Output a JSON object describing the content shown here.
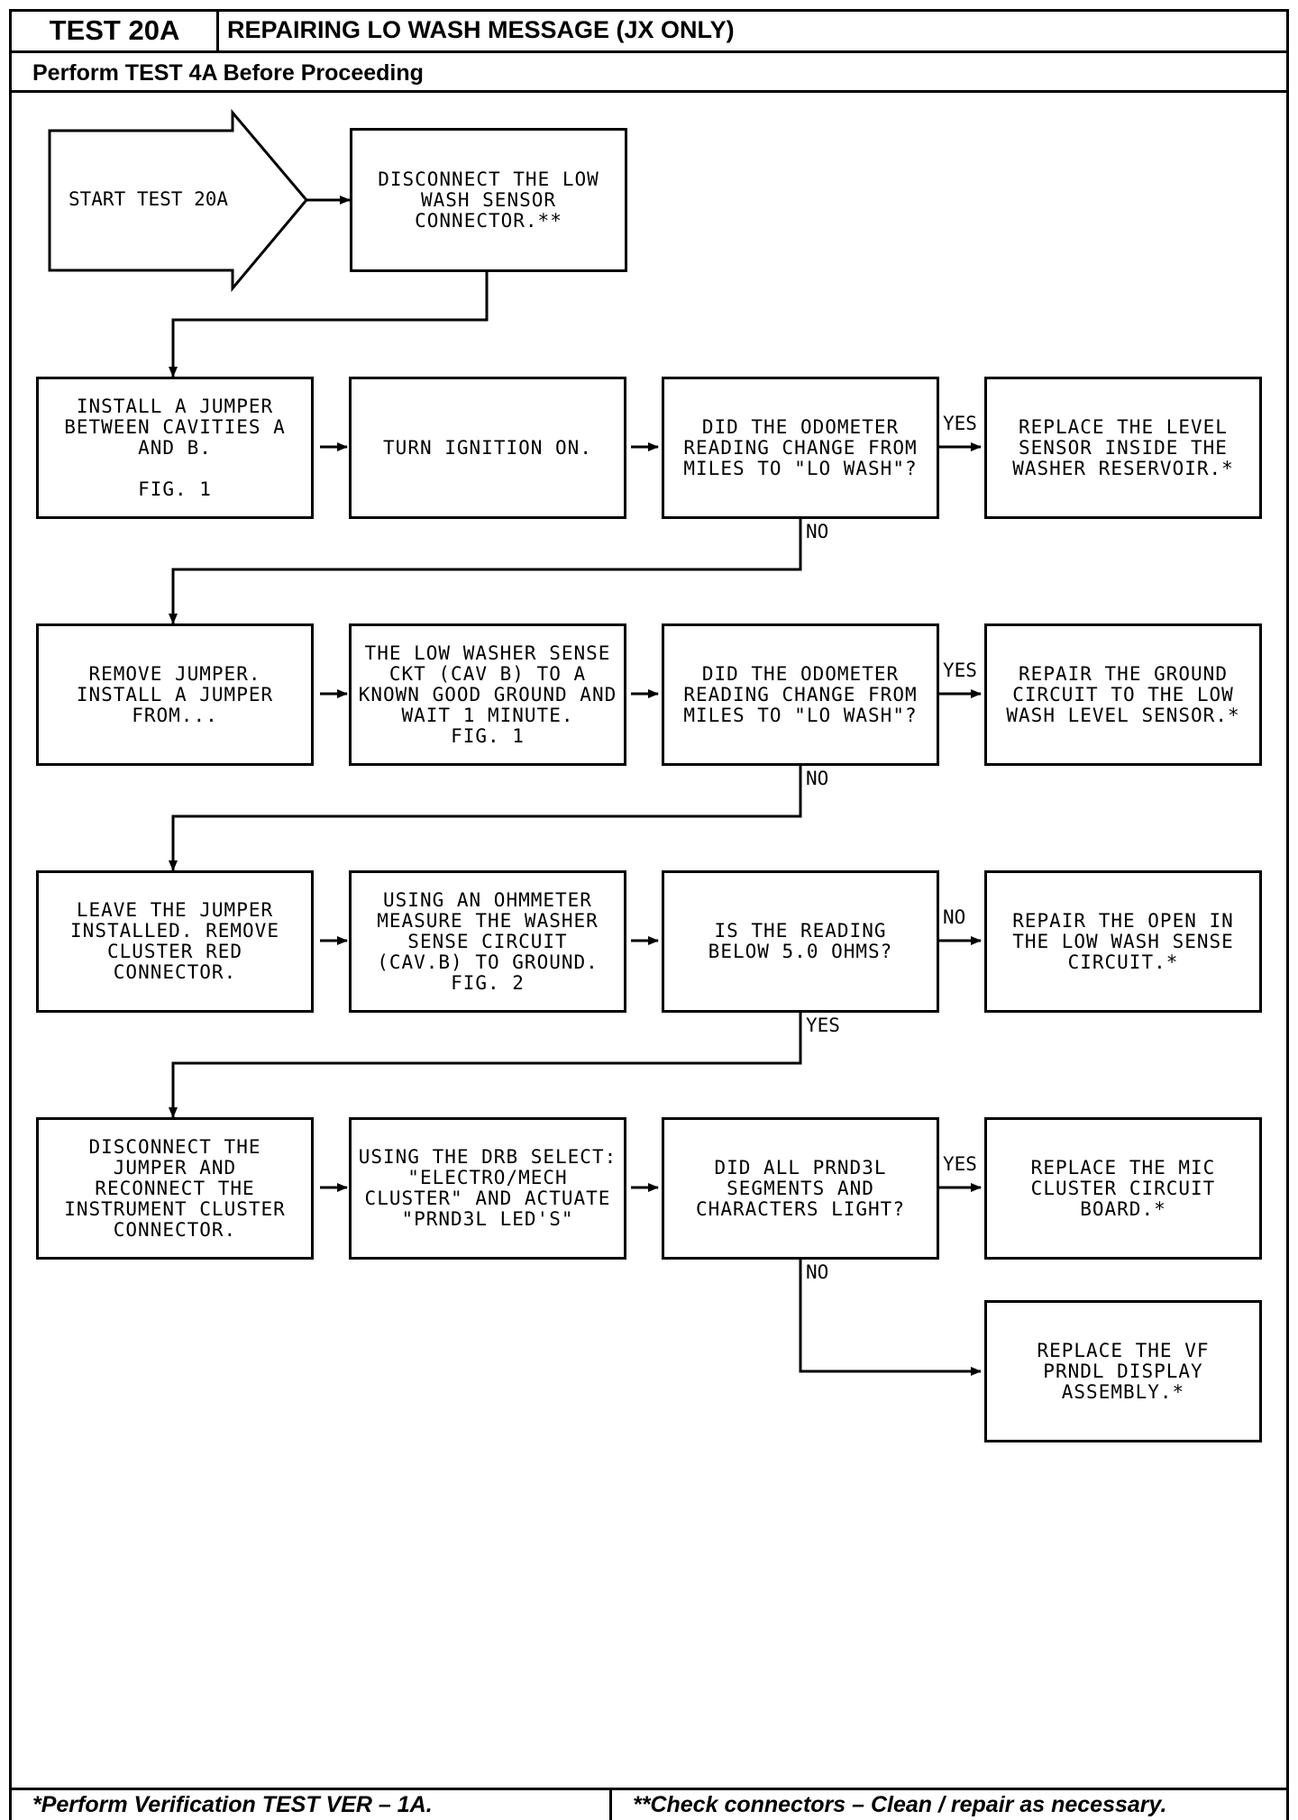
{
  "header": {
    "test_id": "TEST 20A",
    "title": "REPAIRING LO WASH MESSAGE (JX ONLY)",
    "prerequisite": "Perform TEST 4A Before Proceeding"
  },
  "footer": {
    "left_note": "*Perform Verification TEST VER – 1A.",
    "right_note": "**Check connectors – Clean / repair as necessary."
  },
  "flow": {
    "start": "START TEST 20A",
    "disconnect_sensor": "DISCONNECT THE LOW\nWASH SENSOR\nCONNECTOR.**",
    "install_jumper": "INSTALL A JUMPER\nBETWEEN CAVITIES A\nAND B.\n\nFIG. 1",
    "turn_ignition": "TURN IGNITION ON.",
    "odometer_q1": "DID THE ODOMETER\nREADING CHANGE FROM\nMILES TO \"LO WASH\"?",
    "replace_level_sensor": "REPLACE THE LEVEL\nSENSOR INSIDE THE\nWASHER RESERVOIR.*",
    "remove_jumper": "REMOVE JUMPER.\nINSTALL A JUMPER\nFROM...",
    "low_washer_sense": "THE LOW WASHER SENSE\nCKT (CAV B) TO A\nKNOWN GOOD GROUND AND\nWAIT 1 MINUTE.\nFIG. 1",
    "odometer_q2": "DID THE ODOMETER\nREADING CHANGE FROM\nMILES TO \"LO WASH\"?",
    "repair_ground": "REPAIR THE GROUND\nCIRCUIT TO THE LOW\nWASH LEVEL SENSOR.*",
    "leave_jumper": "LEAVE THE JUMPER\nINSTALLED. REMOVE\nCLUSTER RED\nCONNECTOR.",
    "ohmmeter": "USING AN OHMMETER\nMEASURE THE WASHER\nSENSE CIRCUIT\n(CAV.B) TO GROUND.\nFIG. 2",
    "reading_q": "IS THE READING\nBELOW 5.0 OHMS?",
    "repair_open": "REPAIR THE OPEN IN\nTHE LOW WASH SENSE\nCIRCUIT.*",
    "disconnect_jumper": "DISCONNECT THE\nJUMPER AND\nRECONNECT THE\nINSTRUMENT CLUSTER\nCONNECTOR.",
    "drb_select": "USING THE DRB SELECT:\n\"ELECTRO/MECH\nCLUSTER\" AND ACTUATE\n\"PRND3L LED'S\"",
    "prnd3l_q": "DID ALL PRND3L\nSEGMENTS AND\nCHARACTERS LIGHT?",
    "replace_mic": "REPLACE THE MIC\nCLUSTER CIRCUIT\nBOARD.*",
    "replace_vf": "REPLACE THE VF\nPRNDL DISPLAY\nASSEMBLY.*"
  },
  "labels": {
    "yes_1": "YES",
    "no_1": "NO",
    "yes_2": "YES",
    "no_2": "NO",
    "no_3": "NO",
    "yes_3": "YES",
    "yes_4": "YES",
    "no_4": "NO"
  }
}
